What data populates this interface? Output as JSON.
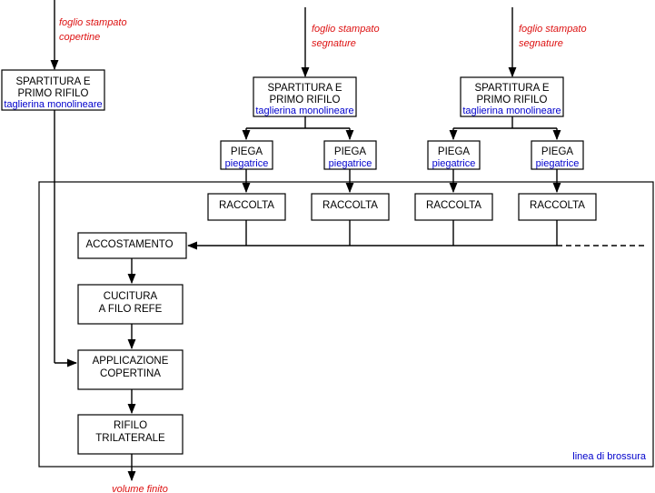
{
  "inputs": {
    "covers": [
      "foglio stampato",
      "copertine"
    ],
    "signatures": [
      "foglio stampato",
      "segnature"
    ]
  },
  "spartitura": {
    "title": [
      "SPARTITURA E",
      "PRIMO RIFILO"
    ],
    "machine": "taglierina monolineare"
  },
  "piega": {
    "title": "PIEGA",
    "machine": "piegatrice"
  },
  "raccolta": "RACCOLTA",
  "line_steps": {
    "accostamento": [
      "ACCOSTAMENTO"
    ],
    "cucitura": [
      "CUCITURA",
      "A FILO REFE"
    ],
    "applicazione": [
      "APPLICAZIONE",
      "COPERTINA"
    ],
    "rifilo": [
      "RIFILO",
      "TRILATERALE"
    ]
  },
  "line_label": "linea di brossura",
  "output": "volume finito"
}
